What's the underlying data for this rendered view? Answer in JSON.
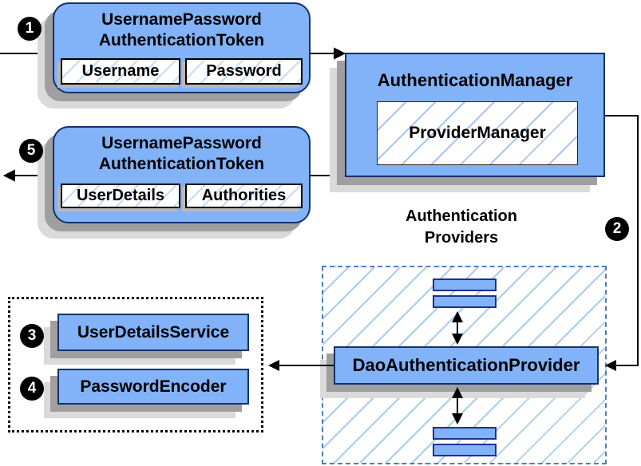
{
  "steps": {
    "s1": "1",
    "s2": "2",
    "s3": "3",
    "s4": "4",
    "s5": "5"
  },
  "request_token": {
    "title_line1": "UsernamePassword",
    "title_line2": "AuthenticationToken",
    "fields": [
      "Username",
      "Password"
    ]
  },
  "auth_manager": {
    "title": "AuthenticationManager",
    "inner_label": "ProviderManager"
  },
  "response_token": {
    "title_line1": "UsernamePassword",
    "title_line2": "AuthenticationToken",
    "fields": [
      "UserDetails",
      "Authorities"
    ]
  },
  "providers_group": {
    "heading_line1": "Authentication",
    "heading_line2": "Providers",
    "provider_label": "DaoAuthenticationProvider"
  },
  "services_group": {
    "items": [
      "UserDetailsService",
      "PasswordEncoder"
    ]
  },
  "colors": {
    "box_fill": "#82b2f8",
    "box_border": "#14316b",
    "bar_border": "#1f3090",
    "hatch_line": "#a9c7ee",
    "dashed_border": "#4a7ebd",
    "dotted_border": "#000000",
    "shadow_dark": "#9f9f9f",
    "shadow_light": "#dadada",
    "connector": "#000000",
    "step_circle_bg": "#000000",
    "step_circle_text": "#ffffff"
  }
}
